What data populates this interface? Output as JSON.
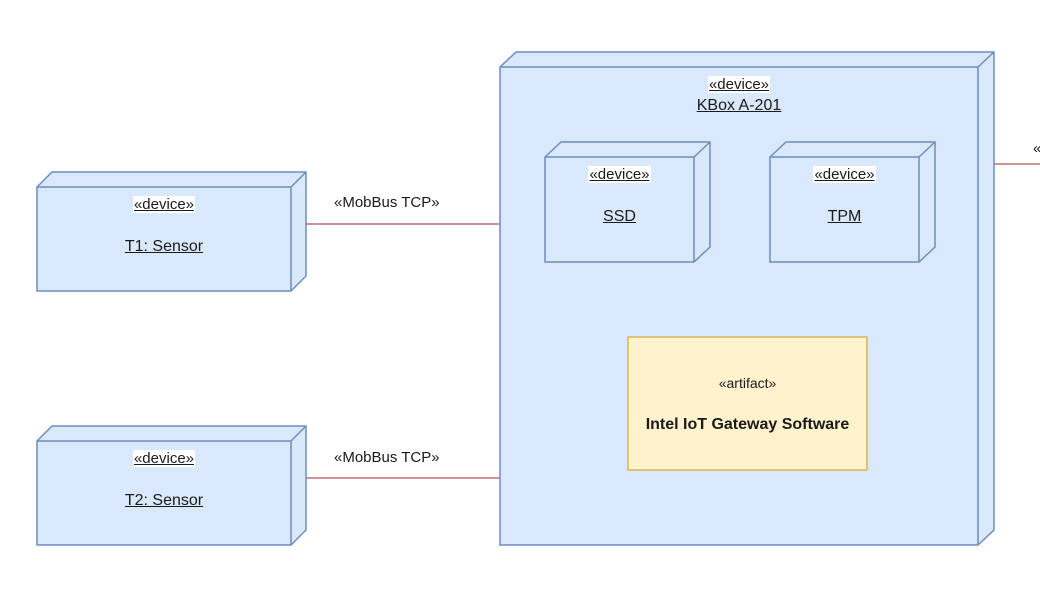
{
  "diagram": {
    "type": "UML deployment diagram",
    "colors": {
      "node_fill": "#dae8fc",
      "node_stroke": "#6c8ebf",
      "artifact_fill": "#fff2cc",
      "artifact_stroke": "#d6b656",
      "connector": "#b85450"
    },
    "nodes": {
      "t1": {
        "stereotype": "«device»",
        "name": "T1: Sensor"
      },
      "t2": {
        "stereotype": "«device»",
        "name": "T2: Sensor"
      },
      "kbox": {
        "stereotype": "«device»",
        "name": "KBox A-201"
      },
      "ssd": {
        "stereotype": "«device»",
        "name": "SSD"
      },
      "tpm": {
        "stereotype": "«device»",
        "name": "TPM"
      }
    },
    "artifact": {
      "stereotype": "«artifact»",
      "name": "Intel IoT Gateway Software"
    },
    "connectors": [
      {
        "from": "T1: Sensor",
        "to": "KBox A-201",
        "label": "«MobBus TCP»"
      },
      {
        "from": "T2: Sensor",
        "to": "KBox A-201",
        "label": "«MobBus TCP»"
      },
      {
        "from": "KBox A-201",
        "to": "offscreen",
        "label": "«"
      }
    ]
  }
}
